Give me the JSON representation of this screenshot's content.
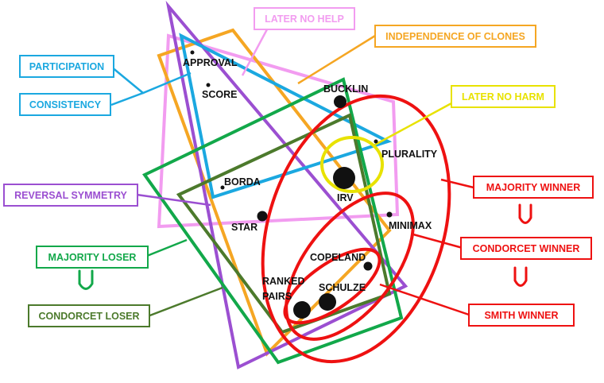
{
  "methods": {
    "approval": "APPROVAL",
    "score": "SCORE",
    "bucklin": "BUCKLIN",
    "plurality": "PLURALITY",
    "borda": "BORDA",
    "irv": "IRV",
    "star": "STAR",
    "minimax": "MINIMAX",
    "copeland": "COPELAND",
    "ranked_pairs_1": "RANKED",
    "ranked_pairs_2": "PAIRS",
    "schulze": "SCHULZE"
  },
  "criteria": {
    "later_no_help": "LATER NO HELP",
    "independence_of_clones": "INDEPENDENCE OF CLONES",
    "participation": "PARTICIPATION",
    "consistency": "CONSISTENCY",
    "later_no_harm": "LATER NO HARM",
    "reversal_symmetry": "REVERSAL SYMMETRY",
    "majority_winner": "MAJORITY WINNER",
    "condorcet_winner": "CONDORCET WINNER",
    "majority_loser": "MAJORITY LOSER",
    "condorcet_loser": "CONDORCET LOSER",
    "smith_winner": "SMITH WINNER"
  },
  "colors": {
    "later_no_help": "#f29cf0",
    "independence_of_clones": "#f5a623",
    "participation_consistency": "#1ba8e0",
    "later_no_harm": "#e8e200",
    "reversal_symmetry": "#9b4fd1",
    "majority_condorcet_smith": "#ee1111",
    "majority_loser": "#12a84a",
    "condorcet_loser": "#4c7a2c"
  }
}
